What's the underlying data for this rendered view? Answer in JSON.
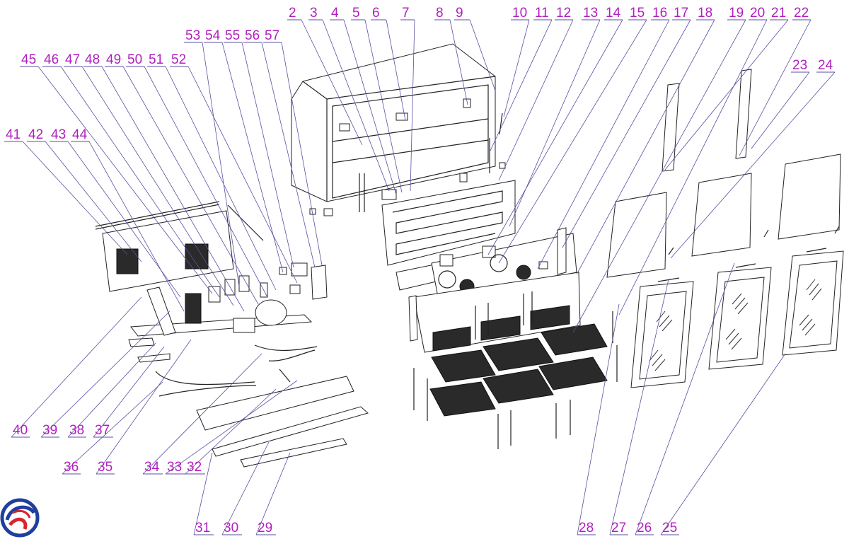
{
  "diagram": {
    "type": "exploded parts view",
    "callout_color": "#b11fbf",
    "leader_color": "#5a4fa0",
    "callouts": [
      "2",
      "3",
      "4",
      "5",
      "6",
      "7",
      "8",
      "9",
      "10",
      "11",
      "12",
      "13",
      "14",
      "15",
      "16",
      "17",
      "18",
      "19",
      "20",
      "21",
      "22",
      "23",
      "24",
      "25",
      "26",
      "27",
      "28",
      "29",
      "30",
      "31",
      "32",
      "33",
      "34",
      "35",
      "36",
      "37",
      "38",
      "39",
      "40",
      "41",
      "42",
      "43",
      "44",
      "45",
      "46",
      "47",
      "48",
      "49",
      "50",
      "51",
      "52",
      "53",
      "54",
      "55",
      "56",
      "57"
    ]
  },
  "logo": {
    "name": "brand-swirl-logo",
    "colors": [
      "#1f3f9c",
      "#d8262e"
    ]
  }
}
